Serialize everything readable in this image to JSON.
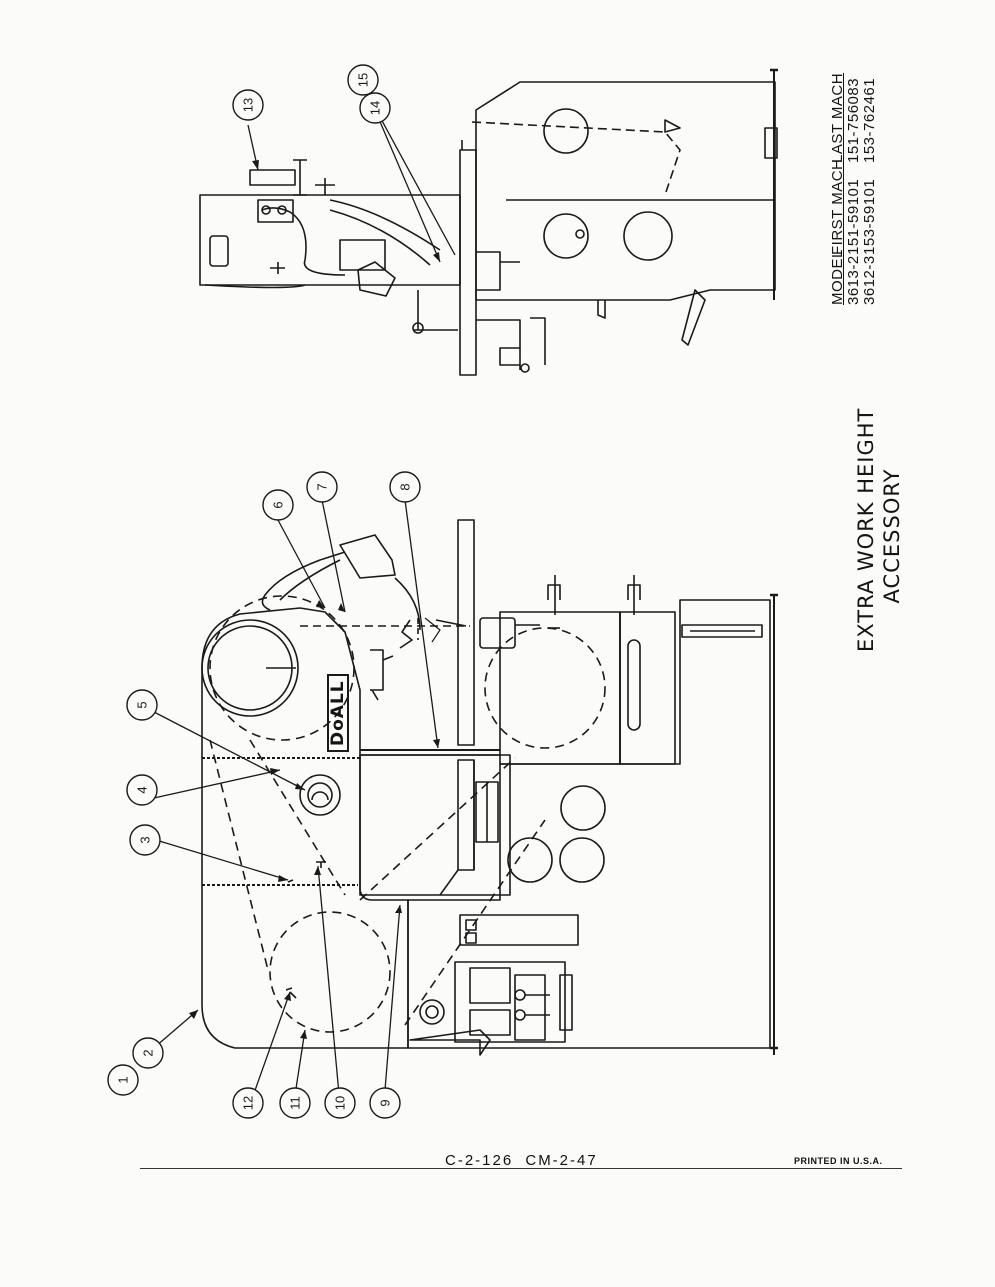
{
  "title": {
    "line1": "EXTRA WORK HEIGHT",
    "line2": "ACCESSORY"
  },
  "brand_logo": "DoALL",
  "model_table": {
    "headers": [
      "MODEL",
      "FIRST MACH",
      "LAST MACH"
    ],
    "rows": [
      [
        "3613-2",
        "151-59101",
        "151-756083"
      ],
      [
        "3612-3",
        "153-59101",
        "153-762461"
      ]
    ]
  },
  "footer": {
    "code": "C-2-126  CM-2-47",
    "printed": "PRINTED IN U.S.A."
  },
  "callouts": [
    {
      "id": "c1",
      "label": "1"
    },
    {
      "id": "c2",
      "label": "2"
    },
    {
      "id": "c3",
      "label": "3"
    },
    {
      "id": "c4",
      "label": "4"
    },
    {
      "id": "c5",
      "label": "5"
    },
    {
      "id": "c6",
      "label": "6"
    },
    {
      "id": "c7",
      "label": "7"
    },
    {
      "id": "c8",
      "label": "8"
    },
    {
      "id": "c9",
      "label": "9"
    },
    {
      "id": "c10",
      "label": "10"
    },
    {
      "id": "c11",
      "label": "11"
    },
    {
      "id": "c12",
      "label": "12"
    },
    {
      "id": "c13",
      "label": "13"
    },
    {
      "id": "c14",
      "label": "14"
    },
    {
      "id": "c15",
      "label": "15"
    }
  ]
}
